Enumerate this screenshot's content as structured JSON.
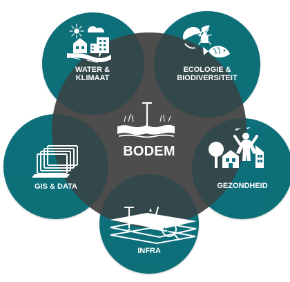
{
  "diagram": {
    "center": {
      "label": "BODEM",
      "icon": "soil-probe-icon"
    },
    "nodes": [
      {
        "id": "water",
        "line1": "WATER &",
        "line2": "KLIMAAT",
        "icon": "water-climate-icon"
      },
      {
        "id": "ecology",
        "line1": "ECOLOGIE &",
        "line2": "BIODIVERSITEIT",
        "icon": "ecology-biodiversity-icon"
      },
      {
        "id": "gis",
        "line1": "GIS & DATA",
        "icon": "monitor-stack-icon"
      },
      {
        "id": "health",
        "line1": "GEZONDHEID",
        "icon": "health-people-icon"
      },
      {
        "id": "infra",
        "line1": "INFRA",
        "icon": "infrastructure-pipe-icon"
      }
    ],
    "colors": {
      "teal": "#0f6f7a",
      "teal_dark": "#0b5660",
      "gray": "#3f3f3f",
      "white": "#ffffff"
    }
  }
}
